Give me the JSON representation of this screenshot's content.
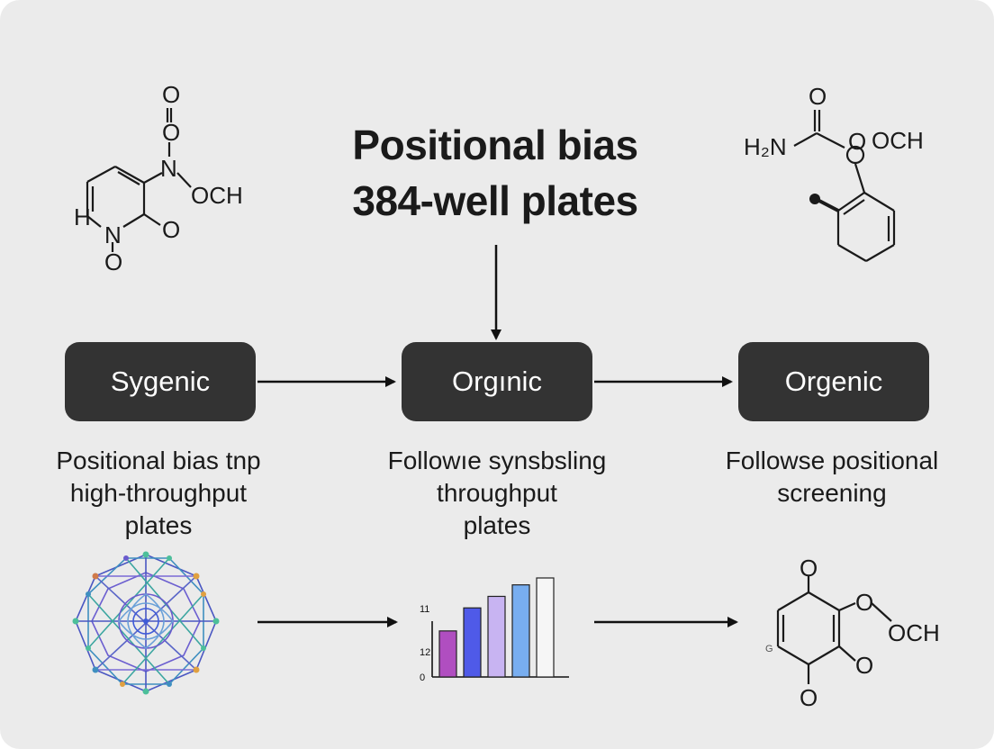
{
  "title": {
    "line1": "Positional bias",
    "line2": "384-well plates"
  },
  "stages": [
    {
      "label": "Sygenic"
    },
    {
      "label": "Orgınic"
    },
    {
      "label": "Orgenic"
    }
  ],
  "captions": [
    {
      "lines": [
        "Positional bias tnp",
        "high-throughput",
        "plates"
      ]
    },
    {
      "lines": [
        "Followıe synsbsling",
        "throughput",
        "plates"
      ]
    },
    {
      "lines": [
        "Followse positional",
        "screening"
      ]
    }
  ],
  "molecules": {
    "top_left": {
      "o_top": "O",
      "o_mid": "O",
      "n_label": "N",
      "och": "OCH",
      "h": "H",
      "n_ring": "N",
      "o_ring": "O",
      "o_bottom": "O"
    },
    "top_right": {
      "o_top": "O",
      "h2n": "H₂N",
      "o_link": "O",
      "och": "OCH"
    },
    "bottom_right": {
      "o_top": "O",
      "o_link": "O",
      "och": "OCH",
      "o_side": "O",
      "o_bottom": "O",
      "g": "G"
    }
  },
  "mini_chart": {
    "type": "bar",
    "values": [
      2,
      3,
      3.5,
      4,
      4.3
    ],
    "colors": [
      "#b04ec0",
      "#4f5ae8",
      "#c8b4f2",
      "#78aef0",
      "#f6f6f6"
    ],
    "tick_labels": [
      "11",
      "12",
      "0"
    ]
  },
  "network_icon": "network-graph-icon"
}
